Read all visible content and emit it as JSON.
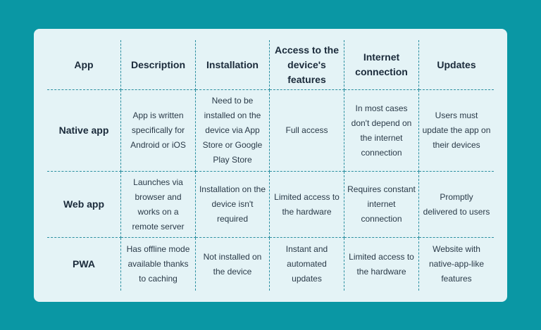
{
  "table": {
    "headers": [
      "App",
      "Description",
      "Installation",
      "Access to the device's features",
      "Internet connection",
      "Updates"
    ],
    "rows": [
      [
        "Native app",
        "App is written specifically for Android or iOS",
        "Need to be installed on the device via App Store or Google Play Store",
        "Full access",
        "In most cases don't depend on the internet connection",
        "Users must update the app on their devices"
      ],
      [
        "Web app",
        "Launches via browser and works on a remote server",
        "Installation on the device isn't required",
        "Limited access to the hardware",
        "Requires constant internet connection",
        "Promptly delivered to users"
      ],
      [
        "PWA",
        "Has offline mode available thanks to caching",
        "Not installed on the device",
        "Instant and automated updates",
        "Limited access to the hardware",
        "Website with native-app-like features"
      ]
    ]
  }
}
